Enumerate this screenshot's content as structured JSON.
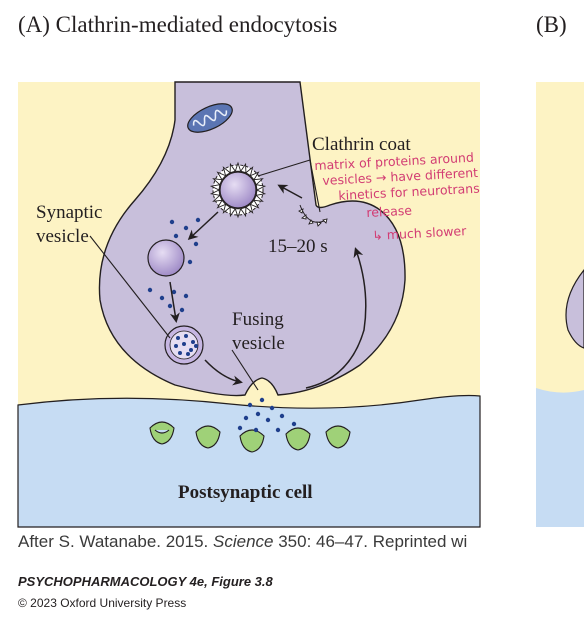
{
  "title_a": "(A)  Clathrin-mediated endocytosis",
  "title_b": "(B)",
  "labels": {
    "clathrin_coat": "Clathrin coat",
    "synaptic_vesicle_1": "Synaptic",
    "synaptic_vesicle_2": "vesicle",
    "time": "15–20 s",
    "fusing_1": "Fusing",
    "fusing_2": "vesicle",
    "postsynaptic": "Postsynaptic cell"
  },
  "annotation": {
    "line1": "matrix of proteins around",
    "line2": "vesicles → have different",
    "line3": "kinetics for neurotrans",
    "line4": "release",
    "line5": "↳ much slower"
  },
  "credit": {
    "prefix": "After S. Watanabe. 2015. ",
    "journal": "Science",
    "suffix": " 350: 46–47. Reprinted wi"
  },
  "book": "PSYCHOPHARMACOLOGY 4e, Figure 3.8",
  "copyright": "© 2023 Oxford University Press",
  "colors": {
    "cleft": "#fdf3c4",
    "terminal": "#c8bfdb",
    "postsynaptic": "#c6dcf3",
    "receptor": "#9fd178",
    "vesicle": "#b49fd4",
    "dot": "#1f3f8c",
    "annotation": "#d23c73"
  }
}
